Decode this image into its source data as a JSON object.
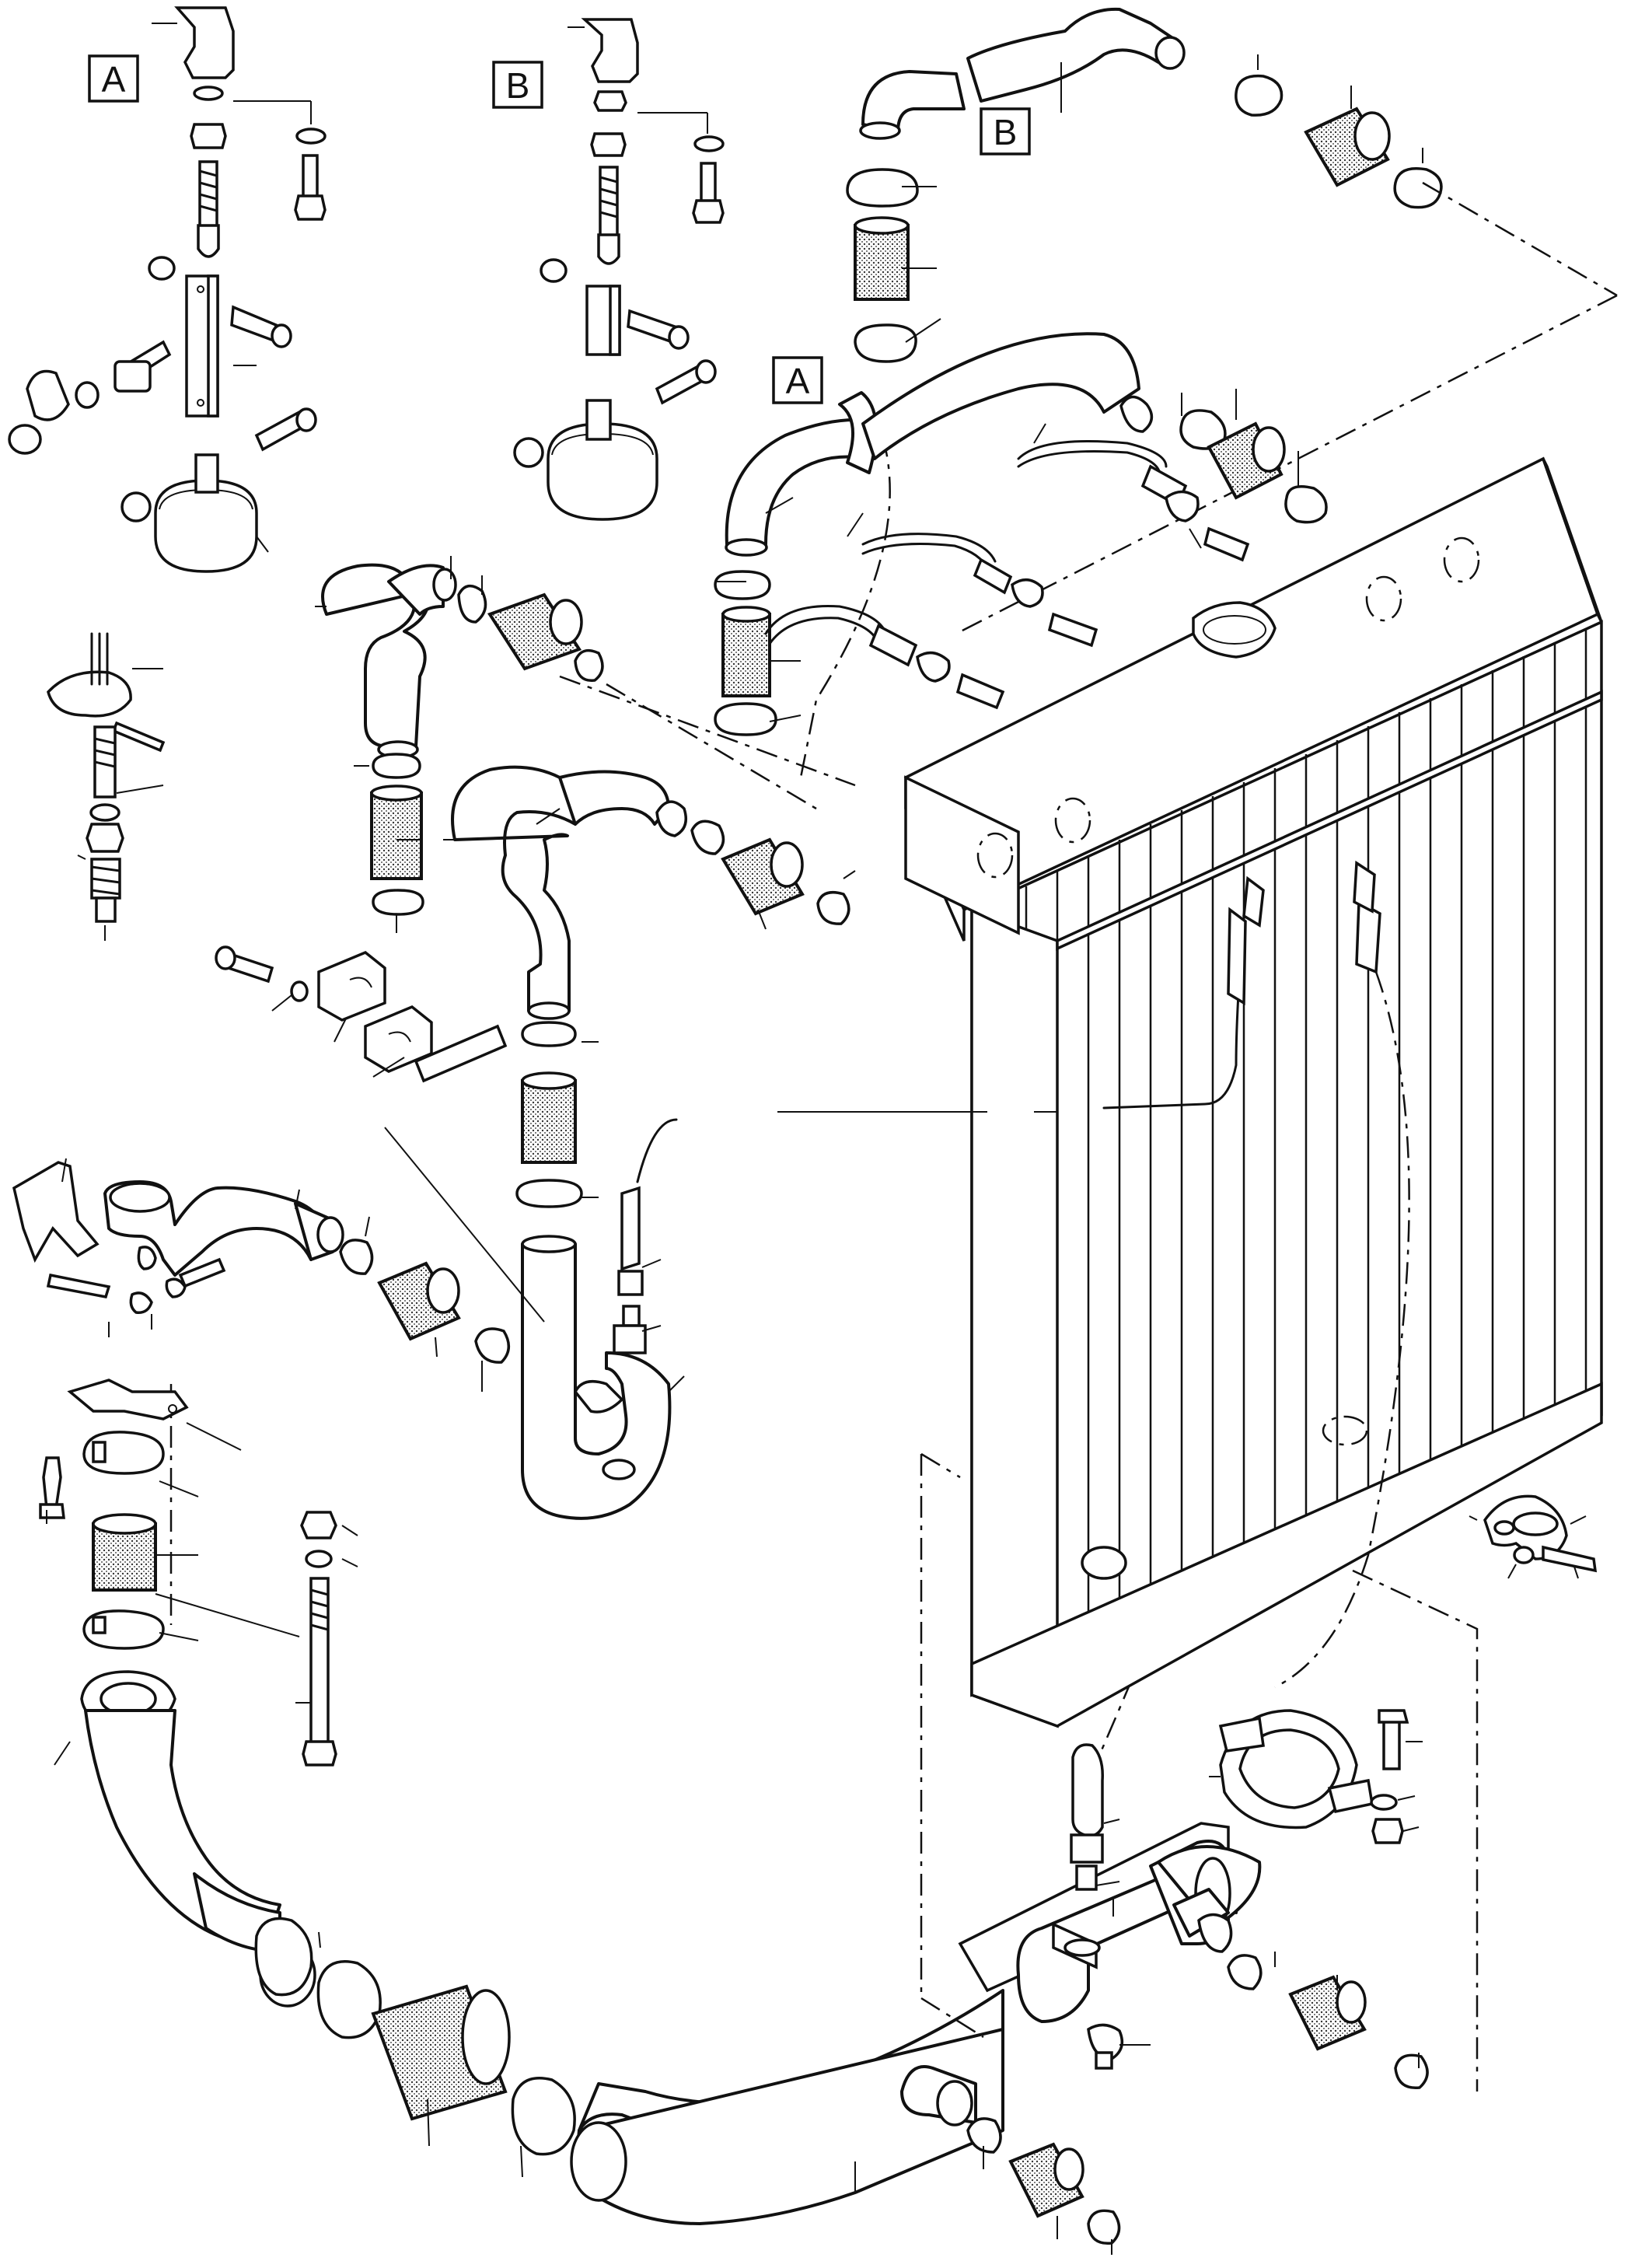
{
  "callouts": {
    "detail_a_top": "A",
    "detail_b_top": "B",
    "ref_b_upper_hose": "B",
    "ref_a_pipe_flange": "A"
  }
}
